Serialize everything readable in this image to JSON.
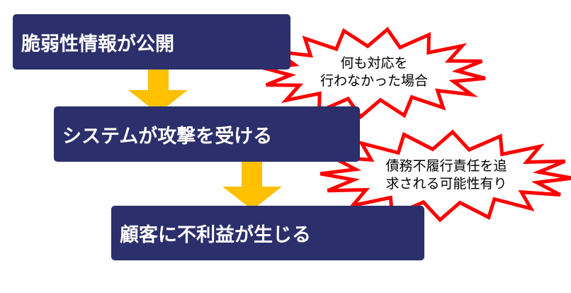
{
  "steps": [
    {
      "label": "脆弱性情報が公開"
    },
    {
      "label": "システムが攻撃を受ける"
    },
    {
      "label": "顧客に不利益が生じる"
    }
  ],
  "callouts": [
    {
      "line1": "何も対応を",
      "line2": "行わなかった場合"
    },
    {
      "line1": "債務不履行責任を追",
      "line2": "求される可能性有り"
    }
  ],
  "colors": {
    "box_fill": "#2b2f6b",
    "arrow_fill": "#ffc000",
    "burst_stroke": "#ff0000",
    "burst_fill": "#ffffff"
  }
}
